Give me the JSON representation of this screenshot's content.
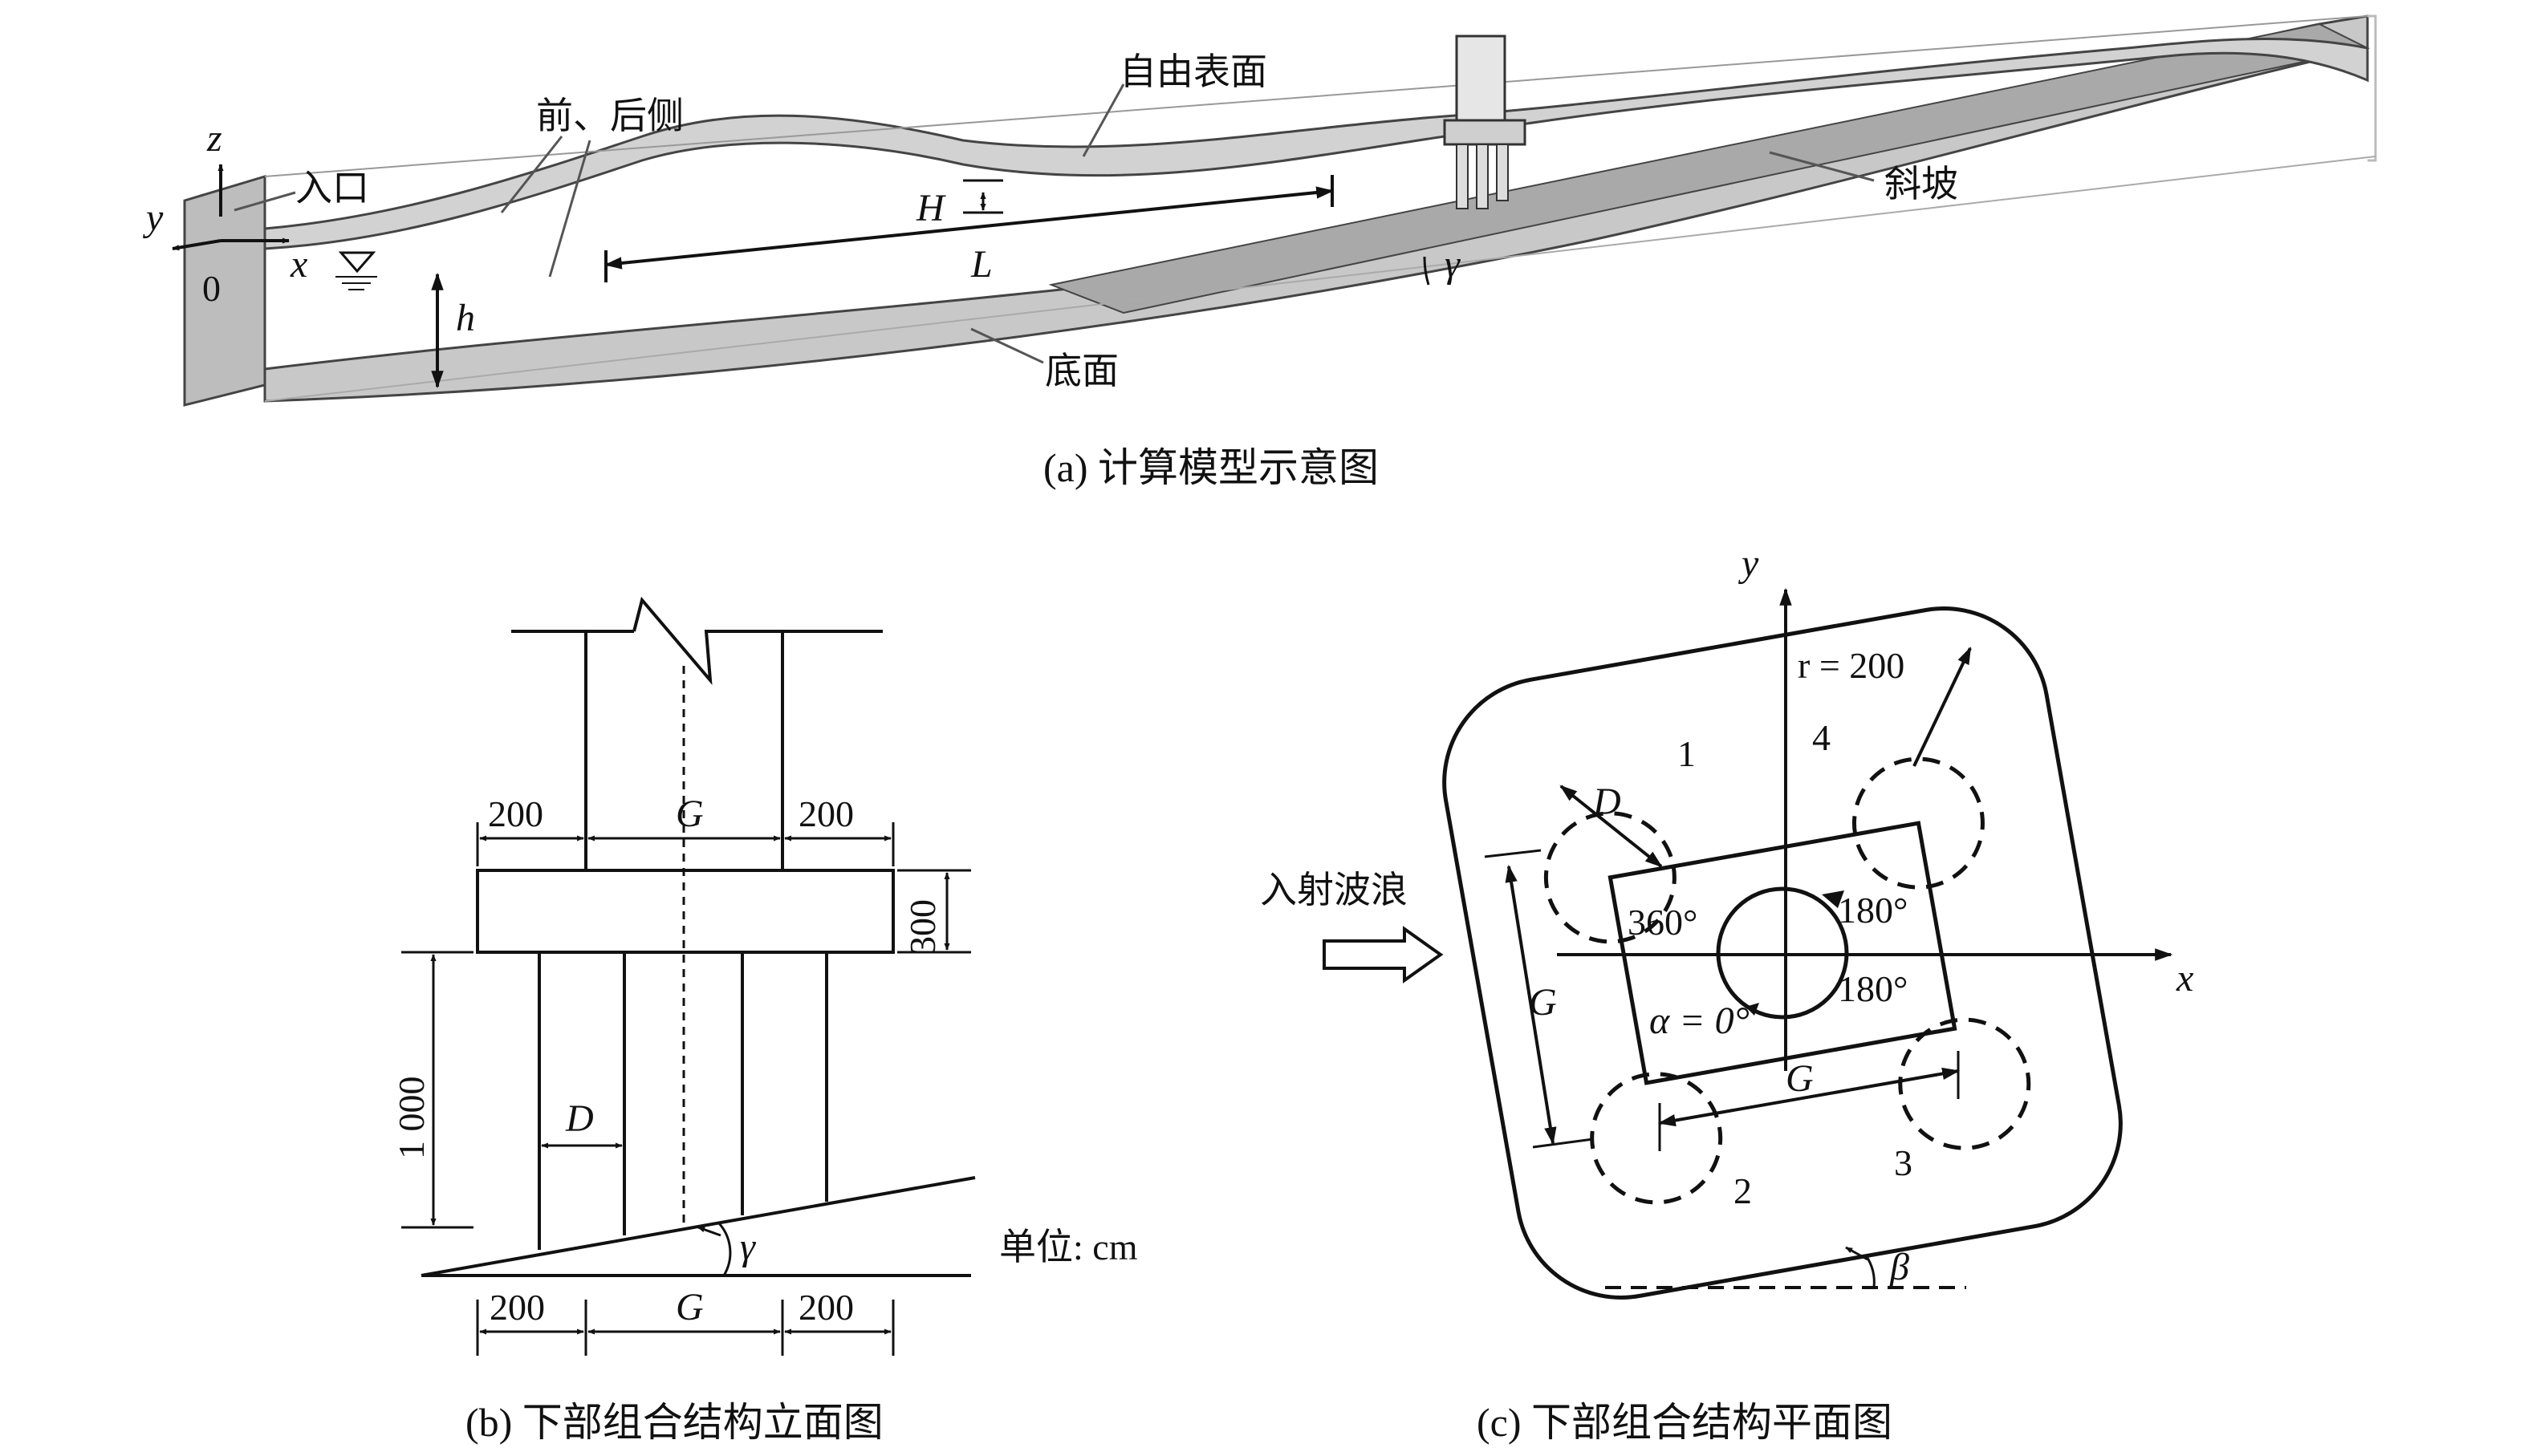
{
  "colors": {
    "line": "#111111",
    "surface_fill": "#c8c8c8",
    "surface_dark": "#a9a9a9",
    "pier_fill": "#e6e6e6"
  },
  "panel_a": {
    "caption": "(a) 计算模型示意图",
    "axis_z": "z",
    "axis_y": "y",
    "axis_x": "x",
    "origin": "0",
    "inlet": "入口",
    "front_back_sides": "前、后侧",
    "free_surface": "自由表面",
    "slope": "斜坡",
    "bottom": "底面",
    "wave_height": "H",
    "wave_length": "L",
    "water_depth": "h",
    "slope_angle": "γ",
    "water_level_icon": "water-level-triangle-icon"
  },
  "panel_b": {
    "caption": "(b) 下部组合结构立面图",
    "dim_200": "200",
    "dim_g": "G",
    "dim_300": "300",
    "dim_1000": "1 000",
    "dim_d": "D",
    "angle": "γ",
    "unit": "单位: cm"
  },
  "panel_c": {
    "caption": "(c) 下部组合结构平面图",
    "axis_x": "x",
    "axis_y": "y",
    "radius": "r = 200",
    "incident_wave": "入射波浪",
    "pile_1": "1",
    "pile_2": "2",
    "pile_3": "3",
    "pile_4": "4",
    "dim_d": "D",
    "dim_g": "G",
    "angle_360": "360°",
    "angle_180_top": "180°",
    "angle_180_bottom": "180°",
    "alpha": "α = 0°",
    "beta": "β",
    "arrow_icon": "hollow-right-arrow-icon"
  }
}
